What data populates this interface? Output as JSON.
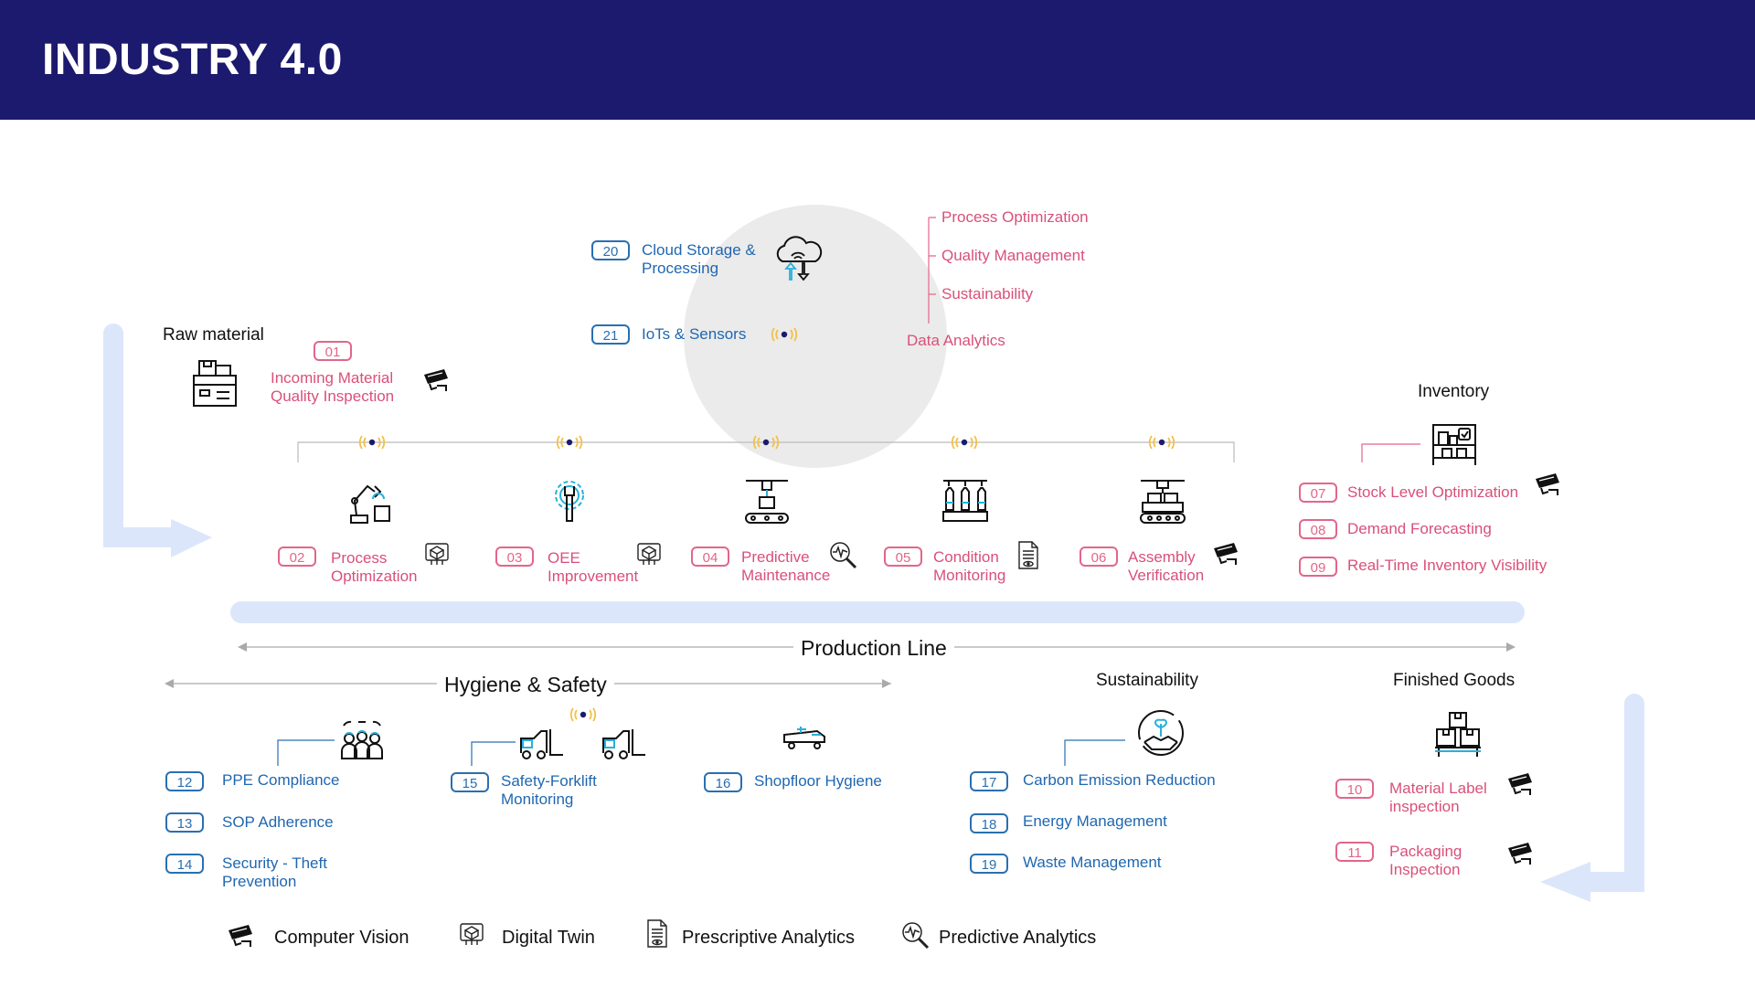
{
  "header": {
    "title": "INDUSTRY 4.0"
  },
  "raw_material": {
    "heading": "Raw material",
    "item": {
      "num": "01",
      "line1": "Incoming Material",
      "line2": "Quality Inspection"
    }
  },
  "cloud": {
    "storage": {
      "num": "20",
      "line1": "Cloud Storage &",
      "line2": "Processing"
    },
    "iot": {
      "num": "21",
      "label": "IoTs & Sensors"
    }
  },
  "data_analytics": {
    "label": "Data Analytics",
    "items": [
      "Process Optimization",
      "Quality Management",
      "Sustainability"
    ]
  },
  "stations": [
    {
      "num": "02",
      "line1": "Process",
      "line2": "Optimization"
    },
    {
      "num": "03",
      "line1": "OEE",
      "line2": "Improvement"
    },
    {
      "num": "04",
      "line1": "Predictive",
      "line2": "Maintenance"
    },
    {
      "num": "05",
      "line1": "Condition",
      "line2": "Monitoring"
    },
    {
      "num": "06",
      "line1": "Assembly",
      "line2": "Verification"
    }
  ],
  "inventory": {
    "heading": "Inventory",
    "items": [
      {
        "num": "07",
        "label": "Stock Level Optimization"
      },
      {
        "num": "08",
        "label": "Demand Forecasting"
      },
      {
        "num": "09",
        "label": "Real-Time Inventory Visibility"
      }
    ]
  },
  "production_line": {
    "label": "Production Line"
  },
  "hygiene": {
    "heading": "Hygiene & Safety",
    "items": [
      {
        "num": "12",
        "line1": "PPE Compliance",
        "line2": ""
      },
      {
        "num": "13",
        "line1": "SOP Adherence",
        "line2": ""
      },
      {
        "num": "14",
        "line1": "Security - Theft",
        "line2": "Prevention"
      },
      {
        "num": "15",
        "line1": "Safety-Forklift",
        "line2": "Monitoring"
      },
      {
        "num": "16",
        "line1": "Shopfloor Hygiene",
        "line2": ""
      }
    ]
  },
  "sustainability": {
    "heading": "Sustainability",
    "items": [
      {
        "num": "17",
        "label": "Carbon Emission Reduction"
      },
      {
        "num": "18",
        "label": "Energy Management"
      },
      {
        "num": "19",
        "label": "Waste Management"
      }
    ]
  },
  "finished_goods": {
    "heading": "Finished Goods",
    "items": [
      {
        "num": "10",
        "line1": "Material Label",
        "line2": "inspection"
      },
      {
        "num": "11",
        "line1": "Packaging",
        "line2": "Inspection"
      }
    ]
  },
  "legend": {
    "computer_vision": "Computer Vision",
    "digital_twin": "Digital Twin",
    "prescriptive": "Prescriptive Analytics",
    "predictive": "Predictive Analytics"
  },
  "colors": {
    "header": "#1b1a6e",
    "pink": "#e2668a",
    "blue": "#2a6fb0",
    "accent_light": "#dce6fb",
    "sensor": "#f2c04a"
  }
}
